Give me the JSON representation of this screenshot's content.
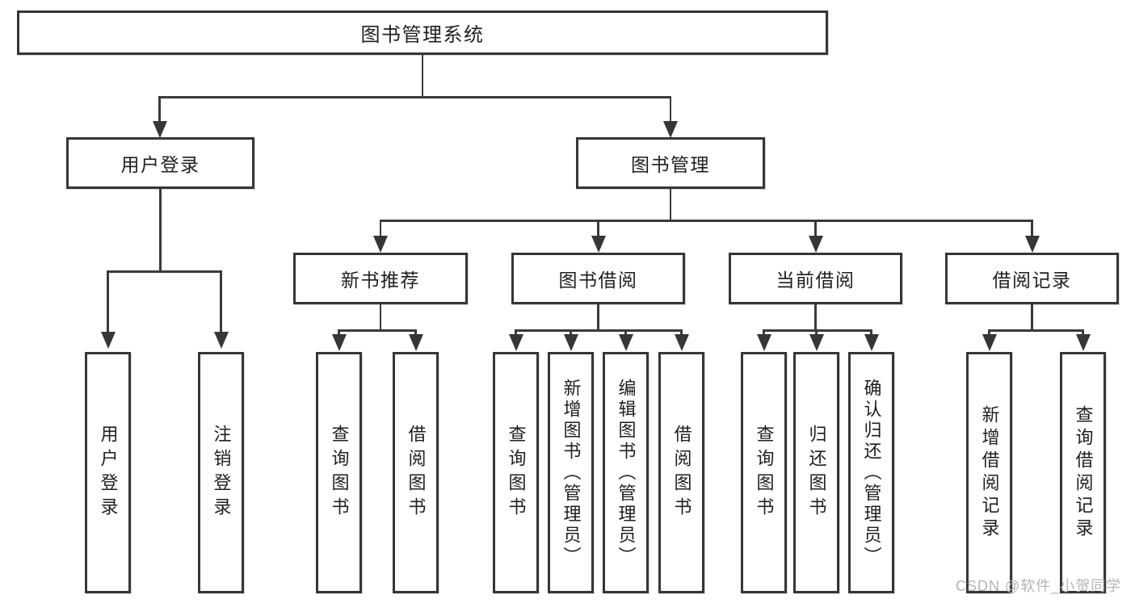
{
  "tree": {
    "label": "图书管理系统",
    "children": [
      {
        "label": "用户登录",
        "children": [
          {
            "label": "用户登录"
          },
          {
            "label": "注销登录"
          }
        ]
      },
      {
        "label": "图书管理",
        "children": [
          {
            "label": "新书推荐",
            "children": [
              {
                "label": "查询图书"
              },
              {
                "label": "借阅图书"
              }
            ]
          },
          {
            "label": "图书借阅",
            "children": [
              {
                "label": "查询图书"
              },
              {
                "label": "新增图书（管理员）"
              },
              {
                "label": "编辑图书（管理员）"
              },
              {
                "label": "借阅图书"
              }
            ]
          },
          {
            "label": "当前借阅",
            "children": [
              {
                "label": "查询图书"
              },
              {
                "label": "归还图书"
              },
              {
                "label": "确认归还（管理员）"
              }
            ]
          },
          {
            "label": "借阅记录",
            "children": [
              {
                "label": "新增借阅记录"
              },
              {
                "label": "查询借阅记录"
              }
            ]
          }
        ]
      }
    ]
  },
  "watermark": {
    "text": "CSDN @软件_小贺同学"
  },
  "colors": {
    "line": "#3a3a3a",
    "box_border": "#363636",
    "text": "#1f1f1f",
    "watermark": "#b5b5b5",
    "background": "#ffffff"
  }
}
